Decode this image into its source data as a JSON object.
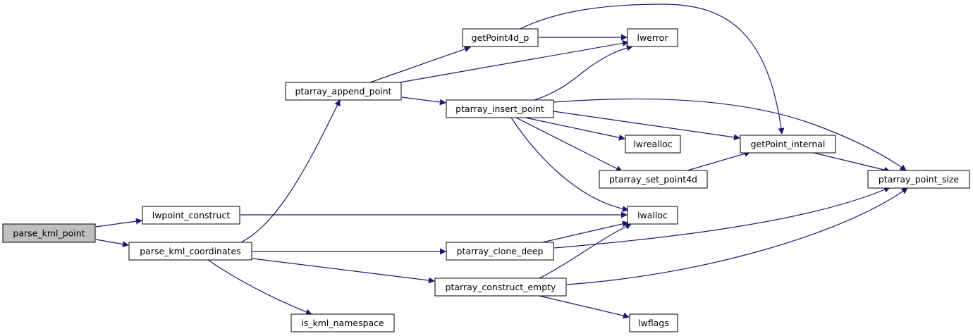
{
  "graph": {
    "nodes": [
      {
        "id": "parse_kml_point",
        "label": "parse_kml_point",
        "root": true
      },
      {
        "id": "lwpoint_construct",
        "label": "lwpoint_construct"
      },
      {
        "id": "parse_kml_coordinates",
        "label": "parse_kml_coordinates"
      },
      {
        "id": "ptarray_append_point",
        "label": "ptarray_append_point"
      },
      {
        "id": "getPoint4d_p",
        "label": "getPoint4d_p"
      },
      {
        "id": "lwerror",
        "label": "lwerror"
      },
      {
        "id": "ptarray_insert_point",
        "label": "ptarray_insert_point"
      },
      {
        "id": "lwrealloc",
        "label": "lwrealloc"
      },
      {
        "id": "getPoint_internal",
        "label": "getPoint_internal"
      },
      {
        "id": "ptarray_set_point4d",
        "label": "ptarray_set_point4d"
      },
      {
        "id": "ptarray_point_size",
        "label": "ptarray_point_size"
      },
      {
        "id": "lwalloc",
        "label": "lwalloc"
      },
      {
        "id": "ptarray_clone_deep",
        "label": "ptarray_clone_deep"
      },
      {
        "id": "ptarray_construct_empty",
        "label": "ptarray_construct_empty"
      },
      {
        "id": "is_kml_namespace",
        "label": "is_kml_namespace"
      },
      {
        "id": "lwflags",
        "label": "lwflags"
      }
    ],
    "edges": [
      {
        "from": "parse_kml_point",
        "to": "lwpoint_construct"
      },
      {
        "from": "parse_kml_point",
        "to": "parse_kml_coordinates"
      },
      {
        "from": "lwpoint_construct",
        "to": "lwalloc"
      },
      {
        "from": "parse_kml_coordinates",
        "to": "ptarray_append_point"
      },
      {
        "from": "parse_kml_coordinates",
        "to": "ptarray_clone_deep"
      },
      {
        "from": "parse_kml_coordinates",
        "to": "ptarray_construct_empty"
      },
      {
        "from": "parse_kml_coordinates",
        "to": "is_kml_namespace"
      },
      {
        "from": "ptarray_append_point",
        "to": "getPoint4d_p"
      },
      {
        "from": "ptarray_append_point",
        "to": "lwerror"
      },
      {
        "from": "ptarray_append_point",
        "to": "ptarray_insert_point"
      },
      {
        "from": "getPoint4d_p",
        "to": "lwerror"
      },
      {
        "from": "getPoint4d_p",
        "to": "getPoint_internal"
      },
      {
        "from": "ptarray_insert_point",
        "to": "lwerror"
      },
      {
        "from": "ptarray_insert_point",
        "to": "lwrealloc"
      },
      {
        "from": "ptarray_insert_point",
        "to": "getPoint_internal"
      },
      {
        "from": "ptarray_insert_point",
        "to": "ptarray_set_point4d"
      },
      {
        "from": "ptarray_insert_point",
        "to": "lwalloc"
      },
      {
        "from": "ptarray_insert_point",
        "to": "ptarray_point_size"
      },
      {
        "from": "ptarray_set_point4d",
        "to": "getPoint_internal"
      },
      {
        "from": "getPoint_internal",
        "to": "ptarray_point_size"
      },
      {
        "from": "ptarray_clone_deep",
        "to": "lwalloc"
      },
      {
        "from": "ptarray_clone_deep",
        "to": "ptarray_point_size"
      },
      {
        "from": "ptarray_construct_empty",
        "to": "lwalloc"
      },
      {
        "from": "ptarray_construct_empty",
        "to": "ptarray_point_size"
      },
      {
        "from": "ptarray_construct_empty",
        "to": "lwflags"
      }
    ]
  }
}
